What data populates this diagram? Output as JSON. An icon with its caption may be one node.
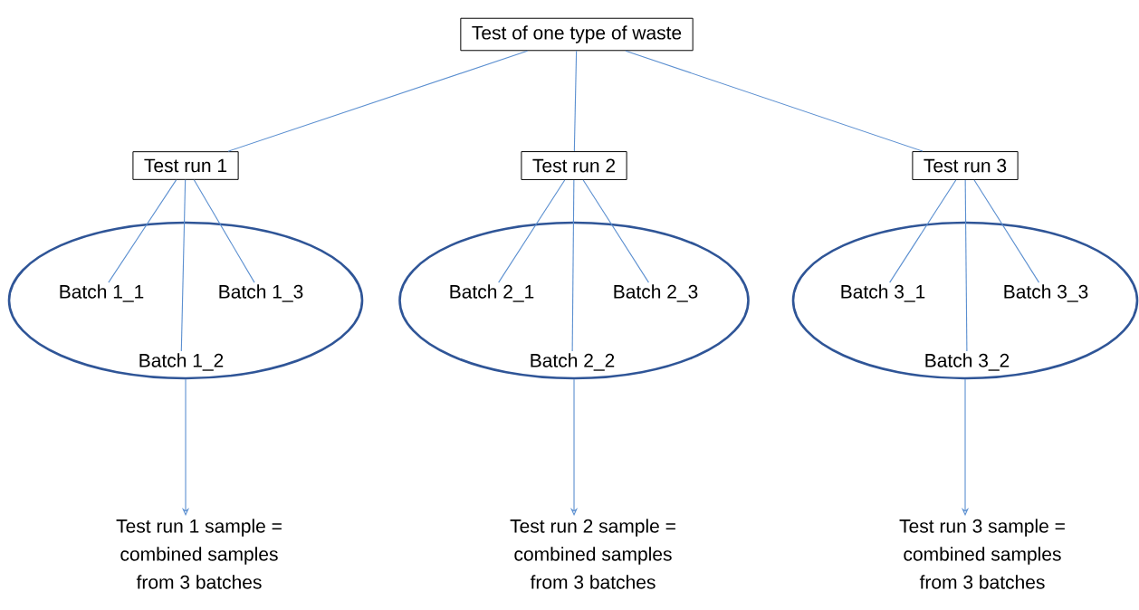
{
  "diagram": {
    "nodes": [
      {
        "text": [
          "Test of one type of waste"
        ]
      },
      {
        "text": [
          "Test run 1"
        ]
      },
      {
        "text": [
          "Test run 2"
        ]
      },
      {
        "text": [
          "Test run 3"
        ]
      },
      {
        "text": [],
        "shape": "ellipse"
      },
      {
        "text": [
          "Batch 1_1"
        ],
        "in": 4
      },
      {
        "text": [
          "Batch 1_3"
        ],
        "in": 4
      },
      {
        "text": [
          "Batch 1_2"
        ],
        "in": 4
      },
      {
        "text": [],
        "shape": "ellipse"
      },
      {
        "text": [
          "Batch 2_1"
        ],
        "in": 8
      },
      {
        "text": [
          "Batch 2_3"
        ],
        "in": 8
      },
      {
        "text": [
          "Batch 2_2"
        ],
        "in": 8
      },
      {
        "text": [],
        "shape": "ellipse"
      },
      {
        "text": [
          "Batch 3_1"
        ],
        "in": 12
      },
      {
        "text": [
          "Batch 3_3"
        ],
        "in": 12
      },
      {
        "text": [
          "Batch 3_2"
        ],
        "in": 12
      },
      {
        "text": [
          "Test run 1 sample = combined samples from 3 batches"
        ]
      },
      {
        "text": [
          "Test run 2 sample = combined samples from 3 batches"
        ]
      },
      {
        "text": [
          "Test run 3 sample = combined samples from 3 batches"
        ]
      }
    ],
    "edges": [
      {
        "from": 0,
        "to": 1,
        "arrow": "none"
      },
      {
        "from": 0,
        "to": 2,
        "arrow": "none"
      },
      {
        "from": 0,
        "to": 3,
        "arrow": "none"
      },
      {
        "from": 1,
        "to": 5,
        "arrow": "none"
      },
      {
        "from": 1,
        "to": 6,
        "arrow": "none"
      },
      {
        "from": 1,
        "to": 7,
        "arrow": "none"
      },
      {
        "from": 2,
        "to": 9,
        "arrow": "none"
      },
      {
        "from": 2,
        "to": 10,
        "arrow": "none"
      },
      {
        "from": 2,
        "to": 11,
        "arrow": "none"
      },
      {
        "from": 3,
        "to": 13,
        "arrow": "none"
      },
      {
        "from": 3,
        "to": 14,
        "arrow": "none"
      },
      {
        "from": 3,
        "to": 15,
        "arrow": "none"
      },
      {
        "from": 4,
        "to": 16,
        "arrow": "to"
      },
      {
        "from": 8,
        "to": 17,
        "arrow": "to"
      },
      {
        "from": 12,
        "to": 18,
        "arrow": "to"
      }
    ]
  }
}
